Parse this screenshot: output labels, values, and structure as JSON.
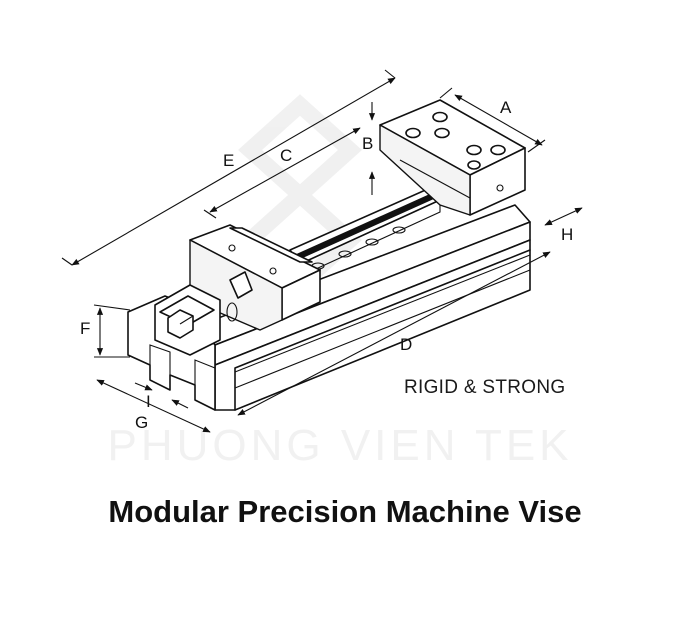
{
  "diagram": {
    "title": "Modular Precision Machine Vise",
    "feature_tag": "RIGID & STRONG",
    "watermark": "PHUONG VIEN TEK",
    "dimensions": {
      "A": "A",
      "B": "B",
      "C": "C",
      "D": "D",
      "E": "E",
      "F": "F",
      "G": "G",
      "H": "H",
      "I": "I"
    }
  }
}
